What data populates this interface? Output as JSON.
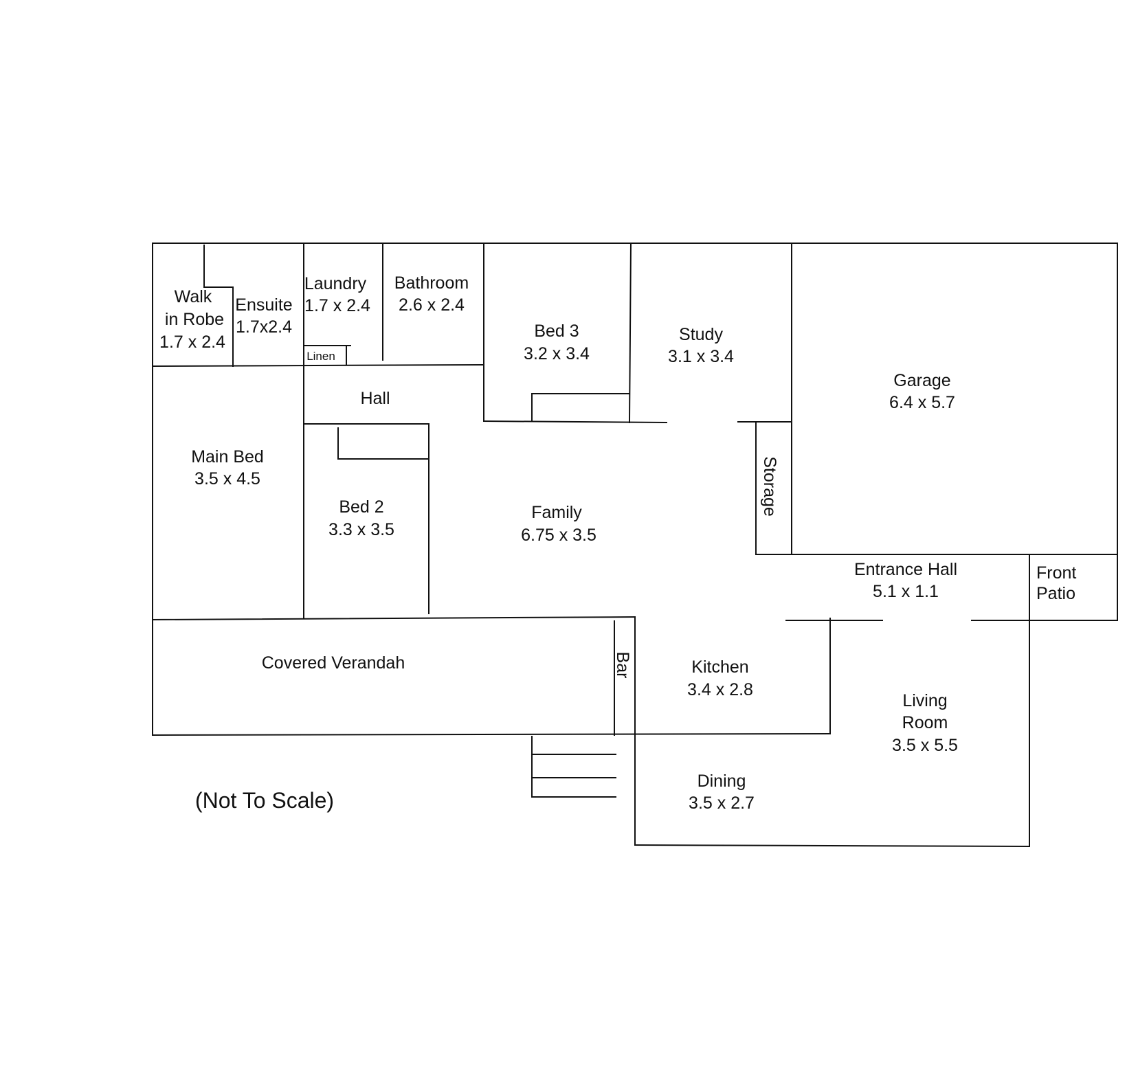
{
  "rooms": {
    "walk_in_robe": {
      "line1": "Walk",
      "line2": "in Robe",
      "dims": "1.7 x 2.4"
    },
    "ensuite": {
      "name": "Ensuite",
      "dims": "1.7x2.4"
    },
    "laundry": {
      "name": "Laundry",
      "dims": "1.7 x 2.4"
    },
    "linen": {
      "name": "Linen"
    },
    "bathroom": {
      "name": "Bathroom",
      "dims": "2.6 x 2.4"
    },
    "bed3": {
      "name": "Bed 3",
      "dims": "3.2 x 3.4"
    },
    "study": {
      "name": "Study",
      "dims": "3.1 x 3.4"
    },
    "garage": {
      "name": "Garage",
      "dims": "6.4 x 5.7"
    },
    "hall": {
      "name": "Hall"
    },
    "main_bed": {
      "name": "Main Bed",
      "dims": "3.5 x 4.5"
    },
    "bed2": {
      "name": "Bed 2",
      "dims": "3.3 x 3.5"
    },
    "family": {
      "name": "Family",
      "dims": "6.75 x 3.5"
    },
    "storage": {
      "name": "Storage"
    },
    "entrance_hall": {
      "name": "Entrance Hall",
      "dims": "5.1 x 1.1"
    },
    "front_patio": {
      "line1": "Front",
      "line2": "Patio"
    },
    "covered_verandah": {
      "name": "Covered Verandah"
    },
    "bar": {
      "name": "Bar"
    },
    "kitchen": {
      "name": "Kitchen",
      "dims": "3.4 x 2.8"
    },
    "living_room": {
      "line1": "Living",
      "line2": "Room",
      "dims": "3.5 x 5.5"
    },
    "dining": {
      "name": "Dining",
      "dims": "3.5 x 2.7"
    }
  },
  "note": "(Not To Scale)"
}
